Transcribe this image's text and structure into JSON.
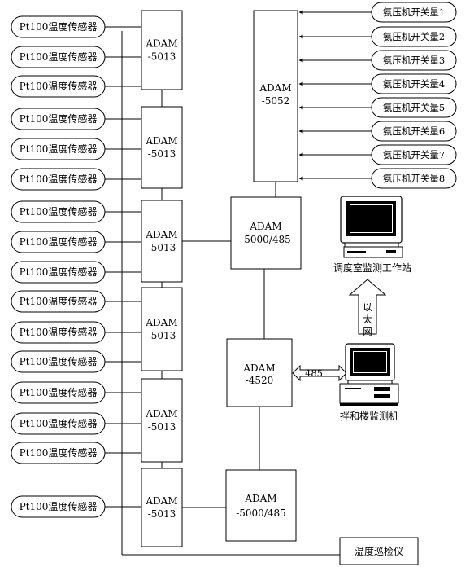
{
  "sensors": {
    "label": "Pt100温度传感器",
    "count_per_group": [
      3,
      3,
      3,
      3,
      3,
      1
    ]
  },
  "modules": {
    "name": "ADAM",
    "input_model": "-5013",
    "digital_model": "-5052",
    "repeater_model": "-5000/485",
    "controller_model": "-4520"
  },
  "switches": {
    "labels": [
      "氨压机开关量1",
      "氨压机开关量2",
      "氨压机开关量3",
      "氨压机开关量4",
      "氨压机开关量5",
      "氨压机开关量6",
      "氨压机开关量7",
      "氨压机开关量8"
    ]
  },
  "links": {
    "serial": "485",
    "ethernet_chars": [
      "以",
      "太",
      "网"
    ]
  },
  "stations": {
    "control_room": "调度室监测工作站",
    "mixing_plant": "拌和楼监测机",
    "inspector": "温度巡检仪"
  },
  "colors": {
    "line": "#000000",
    "screen": "#000000",
    "fill": "#ffffff"
  }
}
